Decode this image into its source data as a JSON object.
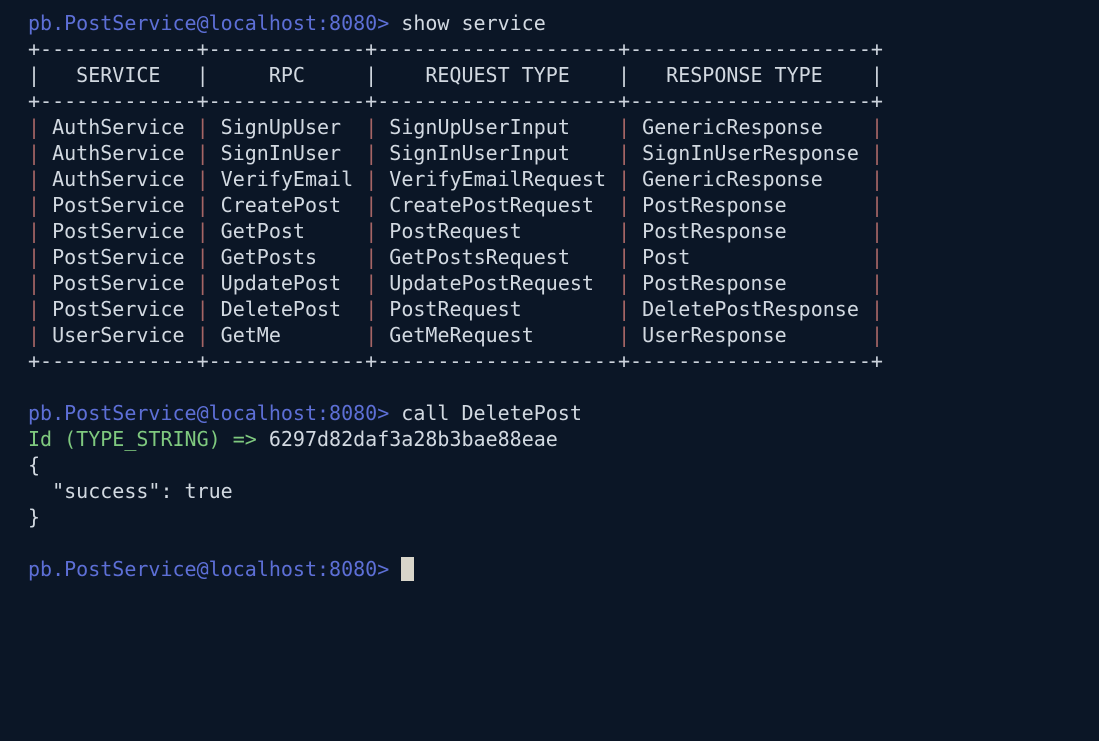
{
  "colors": {
    "bg": "#0b1626",
    "prompt": "#5d6fd6",
    "text": "#d2d9e1",
    "border": "#ccd3dc",
    "bar": "#a66565",
    "green": "#7fc97f",
    "cursor": "#d8d5ca"
  },
  "prompt": "pb.PostService@localhost:8080>",
  "commands": {
    "show_service": "show service",
    "call_delete_post": "call DeletePost"
  },
  "field_input": {
    "label": "Id",
    "type": "TYPE_STRING",
    "value": "6297d82daf3a28b3bae88eae"
  },
  "response_json": {
    "success": true
  },
  "service_table": {
    "headers": [
      "SERVICE",
      "RPC",
      "REQUEST TYPE",
      "RESPONSE TYPE"
    ],
    "rows": [
      [
        "AuthService",
        "SignUpUser",
        "SignUpUserInput",
        "GenericResponse"
      ],
      [
        "AuthService",
        "SignInUser",
        "SignInUserInput",
        "SignInUserResponse"
      ],
      [
        "AuthService",
        "VerifyEmail",
        "VerifyEmailRequest",
        "GenericResponse"
      ],
      [
        "PostService",
        "CreatePost",
        "CreatePostRequest",
        "PostResponse"
      ],
      [
        "PostService",
        "GetPost",
        "PostRequest",
        "PostResponse"
      ],
      [
        "PostService",
        "GetPosts",
        "GetPostsRequest",
        "Post"
      ],
      [
        "PostService",
        "UpdatePost",
        "UpdatePostRequest",
        "PostResponse"
      ],
      [
        "PostService",
        "DeletePost",
        "PostRequest",
        "DeletePostResponse"
      ],
      [
        "UserService",
        "GetMe",
        "GetMeRequest",
        "UserResponse"
      ]
    ]
  },
  "lines": [
    {
      "segments": [
        {
          "t": "pb.PostService@localhost:8080>",
          "c": "prompt",
          "n": "prompt"
        },
        {
          "t": " show service",
          "c": "text",
          "n": "command-show-service"
        }
      ]
    },
    {
      "segments": [
        {
          "t": "+-------------+-------------+--------------------+--------------------+",
          "c": "border",
          "n": "table-border"
        }
      ]
    },
    {
      "segments": [
        {
          "t": "|   SERVICE   |     RPC     |    REQUEST TYPE    |   RESPONSE TYPE    |",
          "c": "text",
          "n": "table-header"
        }
      ]
    },
    {
      "segments": [
        {
          "t": "+-------------+-------------+--------------------+--------------------+",
          "c": "border",
          "n": "table-border"
        }
      ]
    },
    {
      "segments": [
        {
          "t": "|",
          "c": "bar"
        },
        {
          "t": " AuthService ",
          "c": "text"
        },
        {
          "t": "|",
          "c": "bar"
        },
        {
          "t": " SignUpUser  ",
          "c": "text"
        },
        {
          "t": "|",
          "c": "bar"
        },
        {
          "t": " SignUpUserInput    ",
          "c": "text"
        },
        {
          "t": "|",
          "c": "bar"
        },
        {
          "t": " GenericResponse    ",
          "c": "text"
        },
        {
          "t": "|",
          "c": "bar"
        }
      ]
    },
    {
      "segments": [
        {
          "t": "|",
          "c": "bar"
        },
        {
          "t": " AuthService ",
          "c": "text"
        },
        {
          "t": "|",
          "c": "bar"
        },
        {
          "t": " SignInUser  ",
          "c": "text"
        },
        {
          "t": "|",
          "c": "bar"
        },
        {
          "t": " SignInUserInput    ",
          "c": "text"
        },
        {
          "t": "|",
          "c": "bar"
        },
        {
          "t": " SignInUserResponse ",
          "c": "text"
        },
        {
          "t": "|",
          "c": "bar"
        }
      ]
    },
    {
      "segments": [
        {
          "t": "|",
          "c": "bar"
        },
        {
          "t": " AuthService ",
          "c": "text"
        },
        {
          "t": "|",
          "c": "bar"
        },
        {
          "t": " VerifyEmail ",
          "c": "text"
        },
        {
          "t": "|",
          "c": "bar"
        },
        {
          "t": " VerifyEmailRequest ",
          "c": "text"
        },
        {
          "t": "|",
          "c": "bar"
        },
        {
          "t": " GenericResponse    ",
          "c": "text"
        },
        {
          "t": "|",
          "c": "bar"
        }
      ]
    },
    {
      "segments": [
        {
          "t": "|",
          "c": "bar"
        },
        {
          "t": " PostService ",
          "c": "text"
        },
        {
          "t": "|",
          "c": "bar"
        },
        {
          "t": " CreatePost  ",
          "c": "text"
        },
        {
          "t": "|",
          "c": "bar"
        },
        {
          "t": " CreatePostRequest  ",
          "c": "text"
        },
        {
          "t": "|",
          "c": "bar"
        },
        {
          "t": " PostResponse       ",
          "c": "text"
        },
        {
          "t": "|",
          "c": "bar"
        }
      ]
    },
    {
      "segments": [
        {
          "t": "|",
          "c": "bar"
        },
        {
          "t": " PostService ",
          "c": "text"
        },
        {
          "t": "|",
          "c": "bar"
        },
        {
          "t": " GetPost     ",
          "c": "text"
        },
        {
          "t": "|",
          "c": "bar"
        },
        {
          "t": " PostRequest        ",
          "c": "text"
        },
        {
          "t": "|",
          "c": "bar"
        },
        {
          "t": " PostResponse       ",
          "c": "text"
        },
        {
          "t": "|",
          "c": "bar"
        }
      ]
    },
    {
      "segments": [
        {
          "t": "|",
          "c": "bar"
        },
        {
          "t": " PostService ",
          "c": "text"
        },
        {
          "t": "|",
          "c": "bar"
        },
        {
          "t": " GetPosts    ",
          "c": "text"
        },
        {
          "t": "|",
          "c": "bar"
        },
        {
          "t": " GetPostsRequest    ",
          "c": "text"
        },
        {
          "t": "|",
          "c": "bar"
        },
        {
          "t": " Post               ",
          "c": "text"
        },
        {
          "t": "|",
          "c": "bar"
        }
      ]
    },
    {
      "segments": [
        {
          "t": "|",
          "c": "bar"
        },
        {
          "t": " PostService ",
          "c": "text"
        },
        {
          "t": "|",
          "c": "bar"
        },
        {
          "t": " UpdatePost  ",
          "c": "text"
        },
        {
          "t": "|",
          "c": "bar"
        },
        {
          "t": " UpdatePostRequest  ",
          "c": "text"
        },
        {
          "t": "|",
          "c": "bar"
        },
        {
          "t": " PostResponse       ",
          "c": "text"
        },
        {
          "t": "|",
          "c": "bar"
        }
      ]
    },
    {
      "segments": [
        {
          "t": "|",
          "c": "bar"
        },
        {
          "t": " PostService ",
          "c": "text"
        },
        {
          "t": "|",
          "c": "bar"
        },
        {
          "t": " DeletePost  ",
          "c": "text"
        },
        {
          "t": "|",
          "c": "bar"
        },
        {
          "t": " PostRequest        ",
          "c": "text"
        },
        {
          "t": "|",
          "c": "bar"
        },
        {
          "t": " DeletePostResponse ",
          "c": "text"
        },
        {
          "t": "|",
          "c": "bar"
        }
      ]
    },
    {
      "segments": [
        {
          "t": "|",
          "c": "bar"
        },
        {
          "t": " UserService ",
          "c": "text"
        },
        {
          "t": "|",
          "c": "bar"
        },
        {
          "t": " GetMe       ",
          "c": "text"
        },
        {
          "t": "|",
          "c": "bar"
        },
        {
          "t": " GetMeRequest       ",
          "c": "text"
        },
        {
          "t": "|",
          "c": "bar"
        },
        {
          "t": " UserResponse       ",
          "c": "text"
        },
        {
          "t": "|",
          "c": "bar"
        }
      ]
    },
    {
      "segments": [
        {
          "t": "+-------------+-------------+--------------------+--------------------+",
          "c": "border",
          "n": "table-border"
        }
      ]
    },
    {
      "segments": []
    },
    {
      "segments": [
        {
          "t": "pb.PostService@localhost:8080>",
          "c": "prompt",
          "n": "prompt"
        },
        {
          "t": " call DeletePost",
          "c": "text",
          "n": "command-call-deletepost"
        }
      ]
    },
    {
      "segments": [
        {
          "t": "Id (TYPE_STRING) => ",
          "c": "green",
          "n": "field-prompt"
        },
        {
          "t": "6297d82daf3a28b3bae88eae",
          "c": "text",
          "n": "field-value"
        }
      ]
    },
    {
      "segments": [
        {
          "t": "{",
          "c": "text",
          "n": "json-open-brace"
        }
      ]
    },
    {
      "segments": [
        {
          "t": "  \"success\": true",
          "c": "text",
          "n": "json-success"
        }
      ]
    },
    {
      "segments": [
        {
          "t": "}",
          "c": "text",
          "n": "json-close-brace"
        }
      ]
    },
    {
      "segments": []
    },
    {
      "segments": [
        {
          "t": "pb.PostService@localhost:8080>",
          "c": "prompt",
          "n": "prompt"
        },
        {
          "t": " ",
          "c": "text"
        },
        {
          "t": " ",
          "c": "cursor",
          "n": "cursor"
        }
      ]
    }
  ]
}
